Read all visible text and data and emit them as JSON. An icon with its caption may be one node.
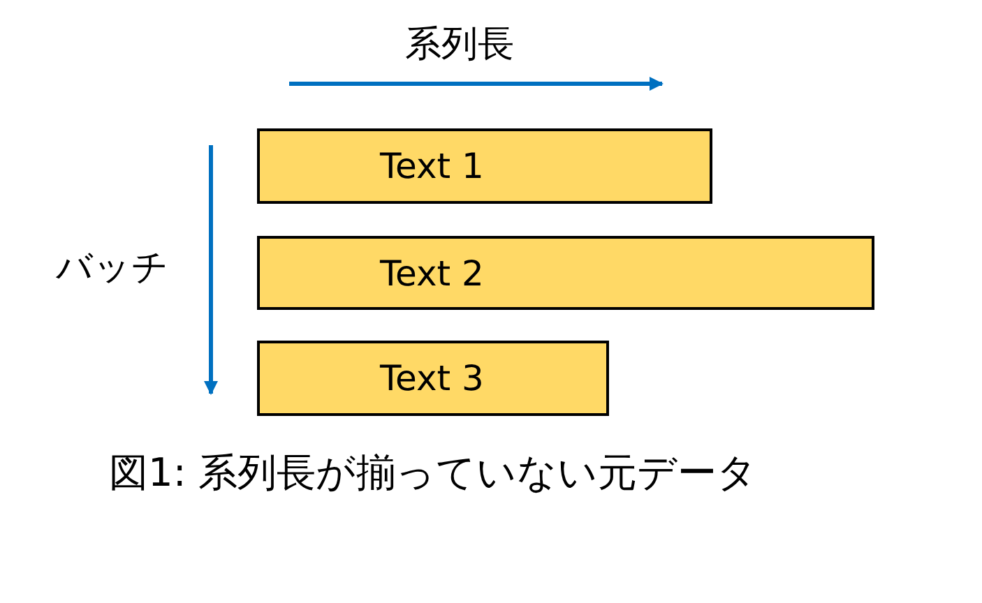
{
  "diagram": {
    "caption": "図1: 系列長が揃っていない元データ",
    "nodes": [
      {
        "text": [
          "Text 1"
        ]
      },
      {
        "text": [
          "Text 2"
        ]
      },
      {
        "text": [
          "Text 3"
        ]
      }
    ],
    "labels": [
      "系列長",
      "バッチ"
    ]
  }
}
